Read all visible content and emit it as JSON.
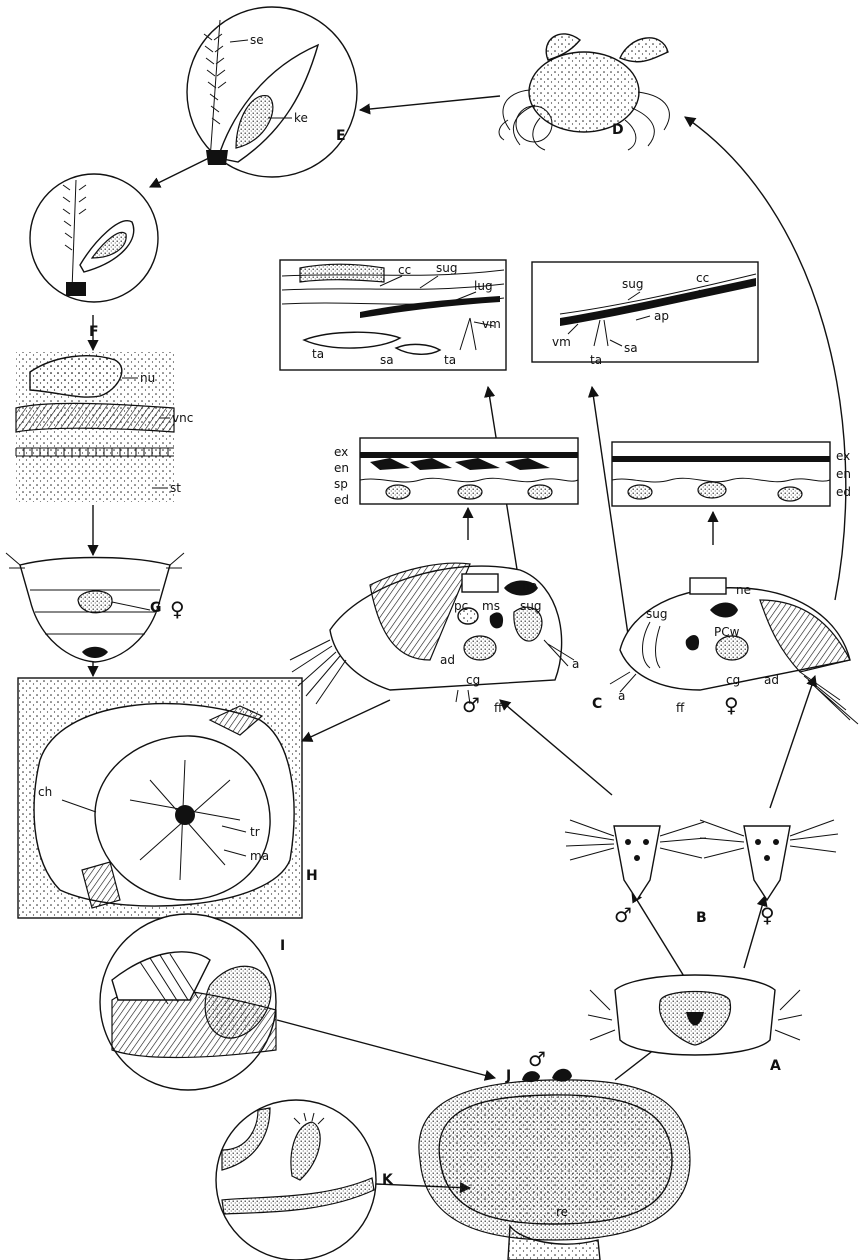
{
  "panels": {
    "A": "A",
    "B": "B",
    "C": "C",
    "D": "D",
    "E": "E",
    "F": "F",
    "G": "G",
    "H": "H",
    "I": "I",
    "J": "J",
    "K": "K"
  },
  "labels": {
    "se": "se",
    "ke": "ke",
    "nu": "nu",
    "vnc": "vnc",
    "st": "st",
    "ch": "ch",
    "tr": "tr",
    "ma": "ma",
    "re": "re",
    "cc": "cc",
    "sug": "sug",
    "lug": "lug",
    "ta": "ta",
    "sa": "sa",
    "vm": "vm",
    "ap": "ap",
    "ex": "ex",
    "en": "en",
    "sp": "sp",
    "ed": "ed",
    "ne": "ne",
    "pc": "pc",
    "ms": "ms",
    "ad": "ad",
    "cg": "cg",
    "ff": "ff",
    "a": "a",
    "pc_w": "PCw"
  },
  "symbols": {
    "male": "♂",
    "female": "♀"
  }
}
